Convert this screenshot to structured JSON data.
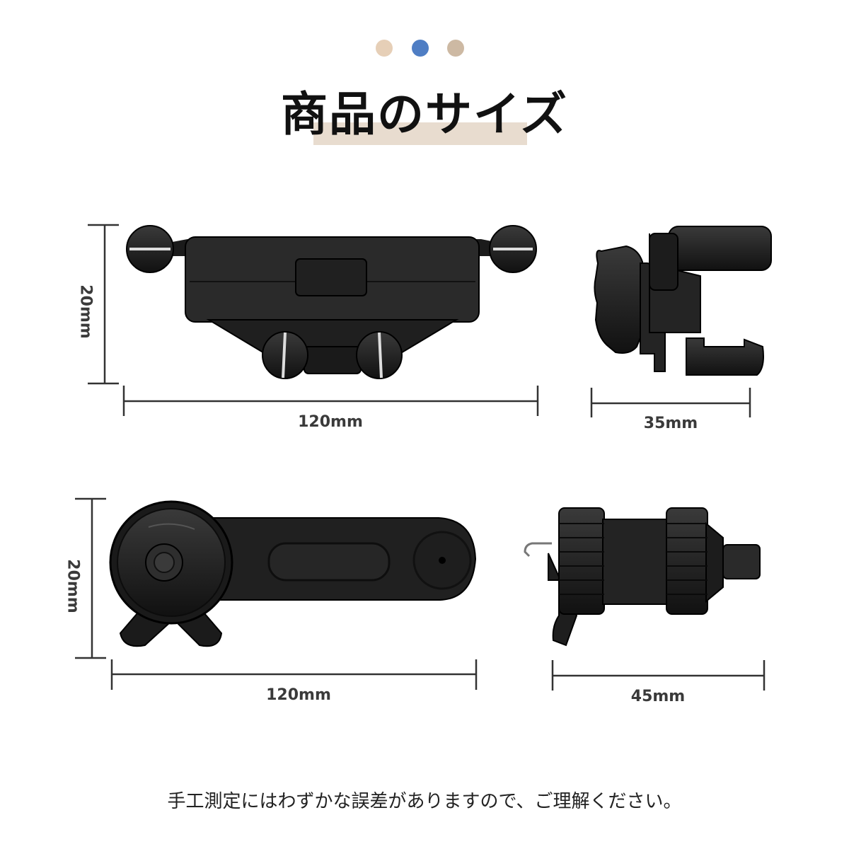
{
  "header": {
    "dot_colors": [
      "#e6cfb7",
      "#4f7ec4",
      "#cdb9a3"
    ],
    "title": "商品のサイズ",
    "underline_color": "#e8dccf"
  },
  "views": {
    "front": {
      "width_label": "120mm",
      "height_label": "20mm"
    },
    "side": {
      "width_label": "35mm"
    },
    "top": {
      "width_label": "120mm",
      "height_label": "20mm"
    },
    "end": {
      "width_label": "45mm"
    }
  },
  "footer": {
    "note": "手工測定にはわずかな誤差がありますので、ご理解ください。"
  }
}
